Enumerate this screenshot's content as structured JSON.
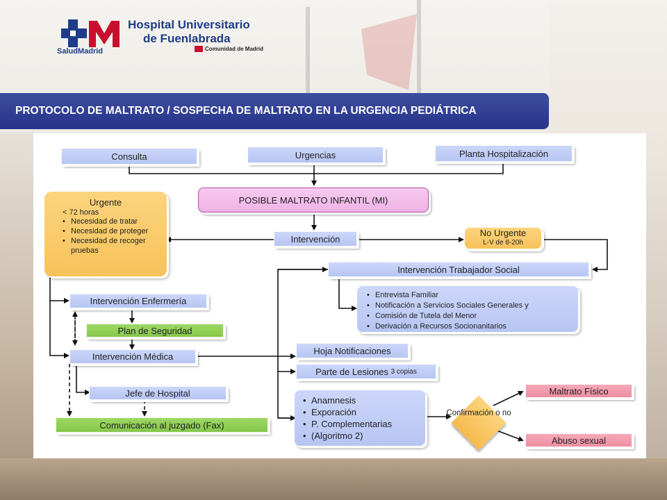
{
  "header": {
    "logo_text": "SaludMadrid",
    "hospital_line1": "Hospital Universitario",
    "hospital_line2": "de Fuenlabrada",
    "region": "Comunidad de Madrid"
  },
  "banner": {
    "title": "PROTOCOLO DE MALTRATO / SOSPECHA DE MALTRATO EN LA URGENCIA PEDIÁTRICA"
  },
  "flow": {
    "consulta": "Consulta",
    "urgencias": "Urgencias",
    "planta": "Planta Hospitalización",
    "posible": "POSIBLE MALTRATO INFANTIL (MI)",
    "intervencion": "Intervención",
    "urgente": {
      "title": "Urgente",
      "subtitle": "< 72 horas",
      "items": [
        "Necesidad de tratar",
        "Necesidad de proteger",
        "Necesidad de recoger pruebas"
      ]
    },
    "no_urgente": {
      "title": "No Urgente",
      "subtitle": "L-V de 8-20h"
    },
    "trabajador_social": "Intervención Trabajador Social",
    "social_items": [
      "Entrevista Familiar",
      "Notificación a Servicios Sociales Generales y",
      "Comisión de Tutela  del Menor",
      "Derivación a Recursos Socionanitarios"
    ],
    "enfermeria": "Intervención Enfermería",
    "plan_seguridad": "Plan de Seguridad",
    "medica": "Intervención Médica",
    "jefe_hospital": "Jefe de Hospital",
    "juzgado": "Comunicación al juzgado (Fax)",
    "hoja_notificaciones": "Hoja Notificaciones",
    "parte_lesiones": "Parte de Lesiones",
    "parte_lesiones_note": "3 copias",
    "anamnesis_items": [
      "Anamnesis",
      "Exporación",
      "P. Complementarias",
      "(Algoritmo 2)"
    ],
    "confirmacion": "Confirmación o no",
    "maltrato_fisico": "Maltrato Físico",
    "abuso_sexual": "Abuso sexual"
  },
  "colors": {
    "banner": "#26338a",
    "blue_box": "#b7c5f3",
    "pink_box": "#eeb3e6",
    "orange_box": "#f7c25a",
    "green_box": "#85c74a",
    "red_box": "#ee8ea1"
  }
}
